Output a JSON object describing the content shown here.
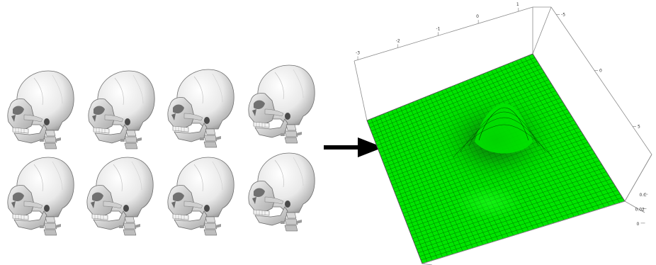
{
  "figure": {
    "left_panel": {
      "description_name": "skull-grid",
      "rows": 2,
      "columns": 4
    },
    "connector": {
      "icon": "right-arrow-icon",
      "color": "#000000"
    },
    "right_panel": {
      "surface_color": "#00e600",
      "grid_line_color": "#003300",
      "box_color": "#888888",
      "x_tick_labels": [
        "-3",
        "-2",
        "-1",
        "0",
        "1"
      ],
      "y_tick_labels": [
        "-5",
        "0",
        "5"
      ],
      "z_tick_labels": [
        "0.C",
        "0.02",
        "0"
      ]
    }
  }
}
